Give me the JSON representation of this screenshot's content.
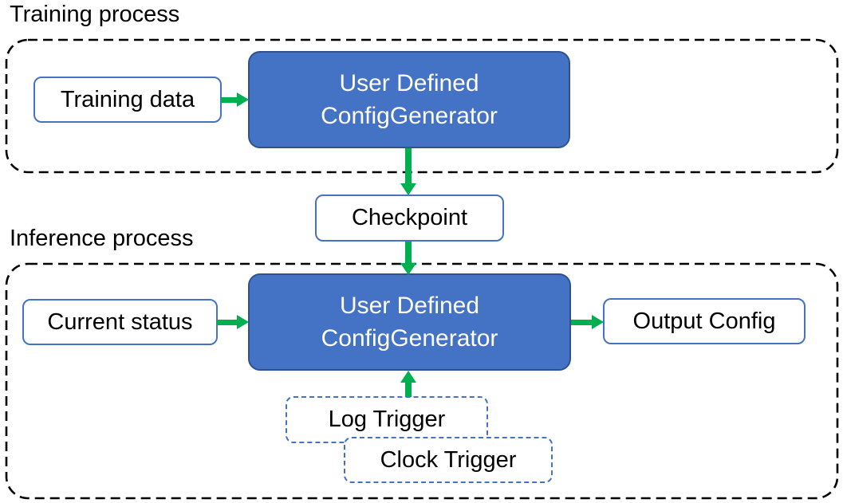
{
  "diagram": {
    "sections": {
      "training": {
        "label": "Training process"
      },
      "inference": {
        "label": "Inference process"
      }
    },
    "nodes": {
      "training_data": {
        "label": "Training data"
      },
      "config_generator_training": {
        "line1": "User Defined",
        "line2": "ConfigGenerator"
      },
      "checkpoint": {
        "label": "Checkpoint"
      },
      "current_status": {
        "label": "Current status"
      },
      "config_generator_inference": {
        "line1": "User Defined",
        "line2": "ConfigGenerator"
      },
      "output_config": {
        "label": "Output Config"
      },
      "log_trigger": {
        "label": "Log Trigger"
      },
      "clock_trigger": {
        "label": "Clock Trigger"
      }
    },
    "connections": [
      {
        "from": "Training data",
        "to": "User Defined ConfigGenerator (training)",
        "direction": "right"
      },
      {
        "from": "User Defined ConfigGenerator (training)",
        "to": "Checkpoint",
        "direction": "down"
      },
      {
        "from": "Checkpoint",
        "to": "User Defined ConfigGenerator (inference)",
        "direction": "down"
      },
      {
        "from": "Current status",
        "to": "User Defined ConfigGenerator (inference)",
        "direction": "right"
      },
      {
        "from": "User Defined ConfigGenerator (inference)",
        "to": "Output Config",
        "direction": "right"
      },
      {
        "from": "Log Trigger / Clock Trigger",
        "to": "User Defined ConfigGenerator (inference)",
        "direction": "up"
      }
    ],
    "colors": {
      "node_fill_blue": "#4472C4",
      "node_border_dark": "#2F528F",
      "outline_blue": "#4472C4",
      "arrow_green": "#00B050",
      "container_border": "#000000",
      "text_dark": "#000000",
      "text_light": "#FFFFFF"
    }
  }
}
